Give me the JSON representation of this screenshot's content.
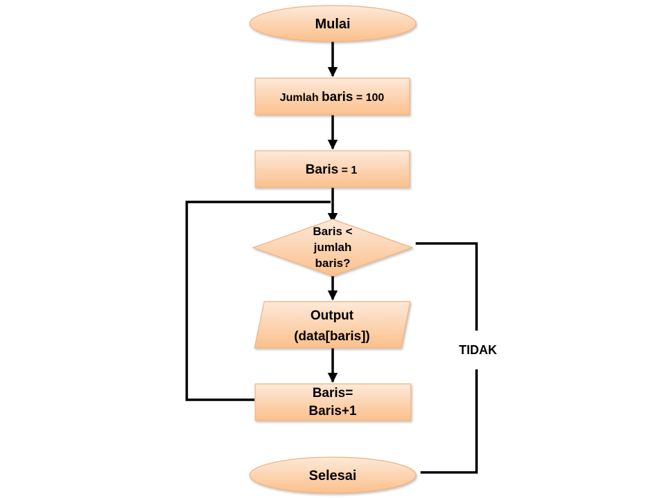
{
  "flowchart": {
    "start": "Mulai",
    "init_total": {
      "prefix": "Jumlah ",
      "bold": "baris",
      "suffix": " = 100"
    },
    "init_row": {
      "bold": "Baris",
      "suffix": " = 1"
    },
    "decision": [
      "Baris <",
      "jumlah",
      "baris?"
    ],
    "output": [
      "Output",
      "(data[baris])"
    ],
    "increment": [
      "Baris=",
      "Baris+1"
    ],
    "no_label": "TIDAK",
    "end": "Selesai"
  },
  "colors": {
    "fill_light": "#fde9d9",
    "fill_dark": "#fbc08c",
    "border": "#f0b27e",
    "line": "#000000"
  }
}
